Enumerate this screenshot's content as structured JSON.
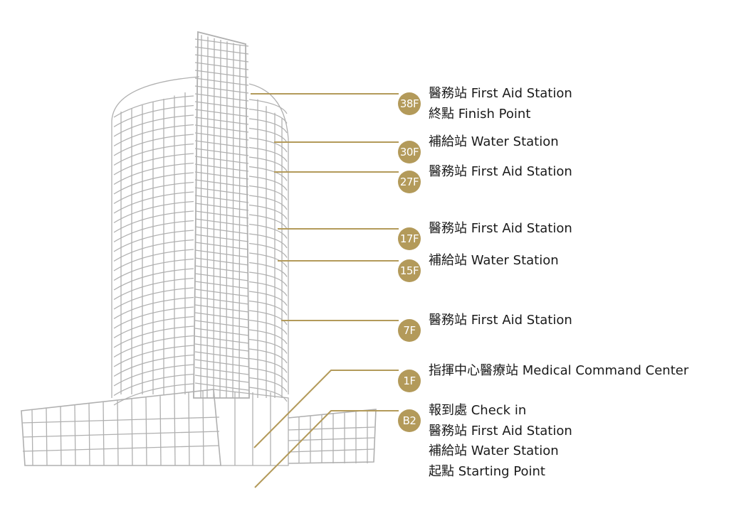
{
  "accent_color": "#b39a5a",
  "building_color": "#b0b0b0",
  "stops": [
    {
      "floor": "38F",
      "labels": [
        "醫務站 First Aid Station",
        "終點 Finish Point"
      ]
    },
    {
      "floor": "30F",
      "labels": [
        "補給站 Water Station"
      ]
    },
    {
      "floor": "27F",
      "labels": [
        "醫務站 First Aid Station"
      ]
    },
    {
      "floor": "17F",
      "labels": [
        "醫務站 First Aid Station"
      ]
    },
    {
      "floor": "15F",
      "labels": [
        "補給站 Water Station"
      ]
    },
    {
      "floor": "7F",
      "labels": [
        "醫務站 First Aid Station"
      ]
    },
    {
      "floor": "1F",
      "labels": [
        "指揮中心醫療站 Medical Command Center"
      ]
    },
    {
      "floor": "B2",
      "labels": [
        "報到處 Check in",
        "醫務站 First Aid Station",
        "補給站 Water Station",
        "起點 Starting Point"
      ]
    }
  ]
}
